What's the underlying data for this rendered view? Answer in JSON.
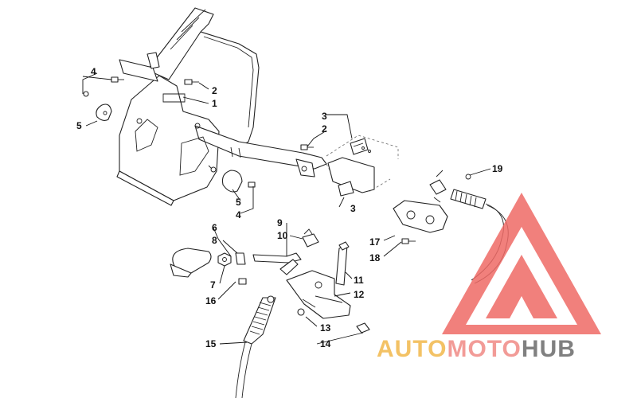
{
  "diagram": {
    "callouts": [
      {
        "id": "c1",
        "label": "1"
      },
      {
        "id": "c2a",
        "label": "2"
      },
      {
        "id": "c2b",
        "label": "2"
      },
      {
        "id": "c3a",
        "label": "3"
      },
      {
        "id": "c3b",
        "label": "3"
      },
      {
        "id": "c4a",
        "label": "4"
      },
      {
        "id": "c4b",
        "label": "4"
      },
      {
        "id": "c5a",
        "label": "5"
      },
      {
        "id": "c5b",
        "label": "5"
      },
      {
        "id": "c6",
        "label": "6"
      },
      {
        "id": "c7",
        "label": "7"
      },
      {
        "id": "c8",
        "label": "8"
      },
      {
        "id": "c9",
        "label": "9"
      },
      {
        "id": "c10",
        "label": "10"
      },
      {
        "id": "c11",
        "label": "11"
      },
      {
        "id": "c12",
        "label": "12"
      },
      {
        "id": "c13",
        "label": "13"
      },
      {
        "id": "c14",
        "label": "14"
      },
      {
        "id": "c15",
        "label": "15"
      },
      {
        "id": "c16",
        "label": "16"
      },
      {
        "id": "c17",
        "label": "17"
      },
      {
        "id": "c18",
        "label": "18"
      },
      {
        "id": "c19",
        "label": "19"
      }
    ]
  },
  "watermark": {
    "word_part1": "AUTO",
    "word_part2": "MOTO",
    "word_part3": "HUB",
    "colors": {
      "part1": "#f2b84b",
      "part2": "#f08a86",
      "part3": "#6b6b6b",
      "triangle": "#ef6a66"
    }
  }
}
